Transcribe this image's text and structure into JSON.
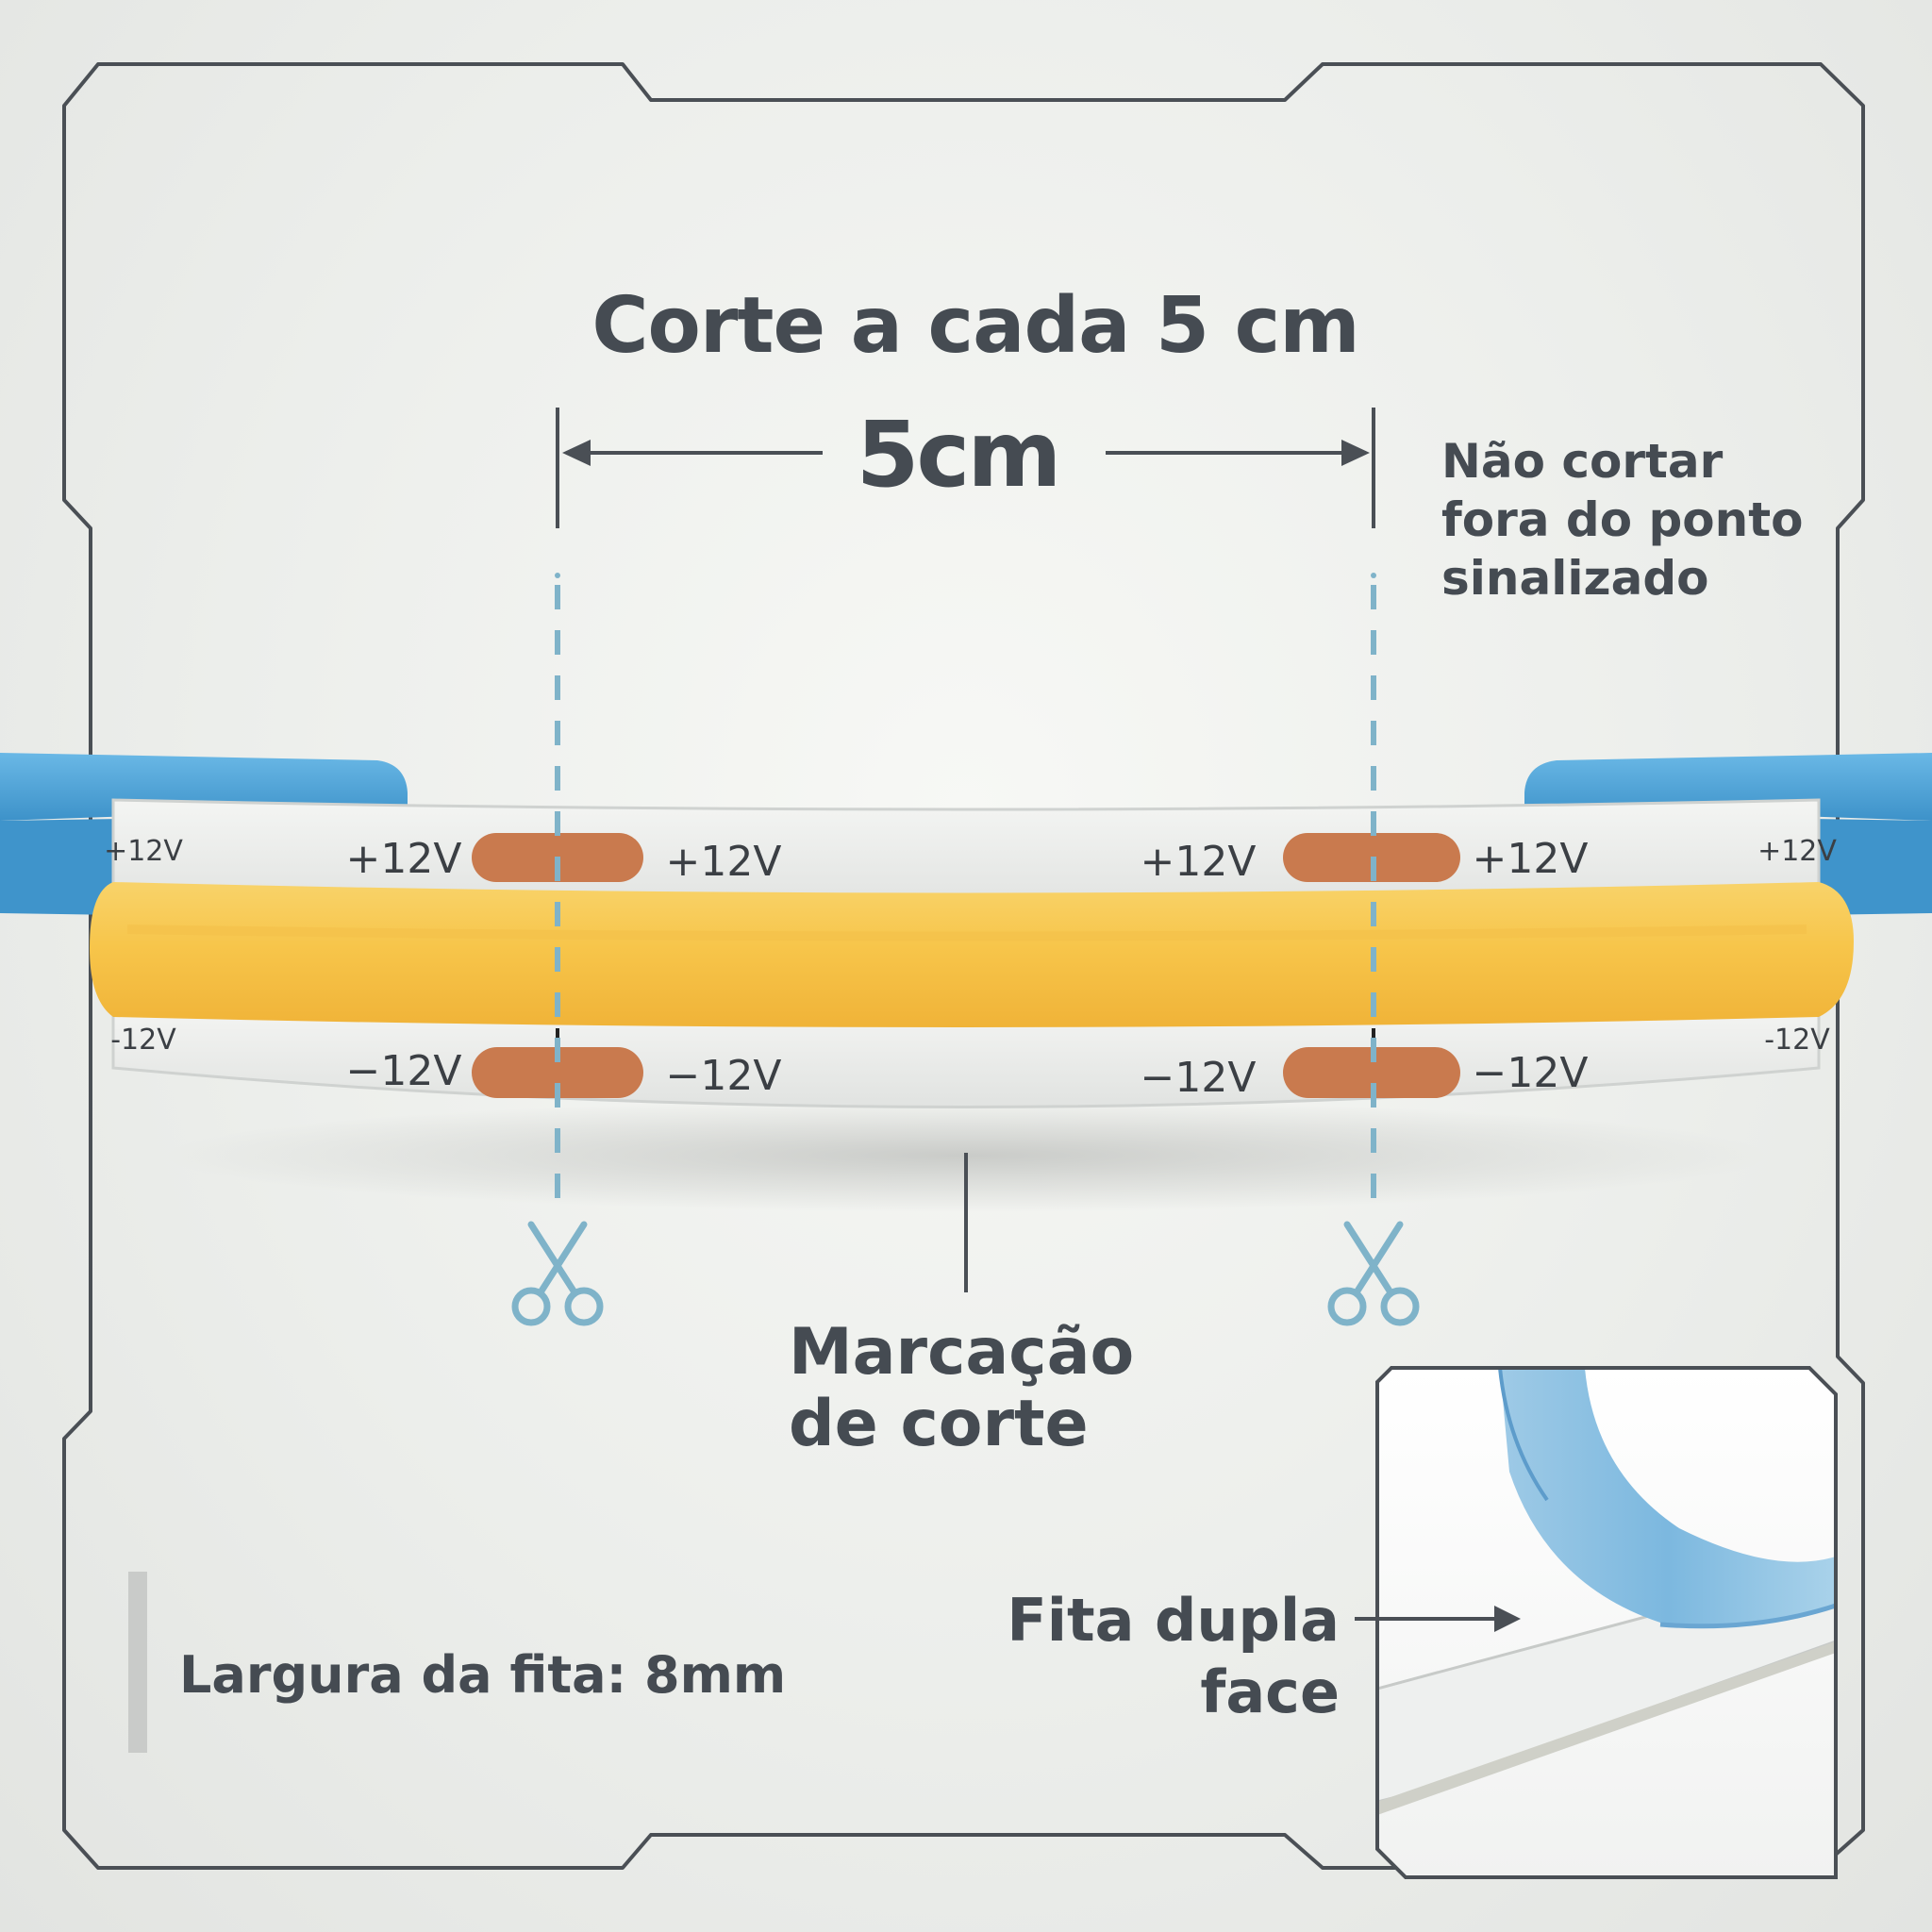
{
  "headline": "Corte a cada 5 cm",
  "segment_length": "5cm",
  "warning_lines": [
    "Não cortar",
    "fora do ponto",
    "sinalizado"
  ],
  "cut_marker_label_lines": [
    "Marcação",
    "de corte"
  ],
  "strip_width": "Largura da fita: 8mm",
  "adhesive_label_lines": [
    "Fita dupla",
    "face"
  ],
  "strip_markings": {
    "positive": "+12V",
    "negative": "−12V",
    "positive_edge": "+12V",
    "negative_edge": "-12V"
  },
  "icons": [
    "scissors-icon",
    "scissors-icon"
  ],
  "colors": {
    "text": "#454b52",
    "led_yellow": "#f7c54a",
    "copper_pad": "#c97a4e",
    "tape_blue": "#4fa4d8",
    "cut_line": "#7fb3c9",
    "frame": "#4a4f55"
  }
}
